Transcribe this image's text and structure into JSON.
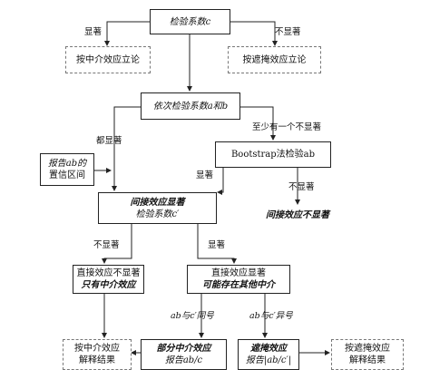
{
  "nodes": {
    "test_c": "检验系数c",
    "mediation_theory": "按中介效应立论",
    "suppression_theory": "按遮掩效应立论",
    "test_ab": "依次检验系数a和b",
    "report_ci_line1": "报告ab的",
    "report_ci_line2": "置信区间",
    "bootstrap": "Bootstrap法检验ab",
    "no_indirect": "间接效应不显著",
    "indirect_sig": "间接效应显著",
    "test_c_prime": "检验系数c′",
    "direct_nonsig_line1": "直接效应不显著",
    "direct_nonsig_line2": "只有中介效应",
    "direct_sig_line1": "直接效应显著",
    "direct_sig_line2": "可能存在其他中介",
    "partial_line1": "部分中介效应",
    "partial_line2": "报告ab/c",
    "suppress_line1": "遮掩效应",
    "suppress_line2": "报告|ab/c′|",
    "mediation_explain_line1": "按中介效应",
    "mediation_explain_line2": "解释结果",
    "suppression_explain_line1": "按遮掩效应",
    "suppression_explain_line2": "解释结果"
  },
  "edges": {
    "significant": "显著",
    "not_significant": "不显著",
    "both_significant": "都显著",
    "at_least_one_nonsig": "至少有一个不显著",
    "bootstrap_sig": "显著",
    "bootstrap_nonsig": "不显著",
    "c_prime_nonsig": "不显著",
    "c_prime_sig": "显著",
    "same_sign": "ab与c′同号",
    "diff_sign": "ab与c′异号"
  }
}
